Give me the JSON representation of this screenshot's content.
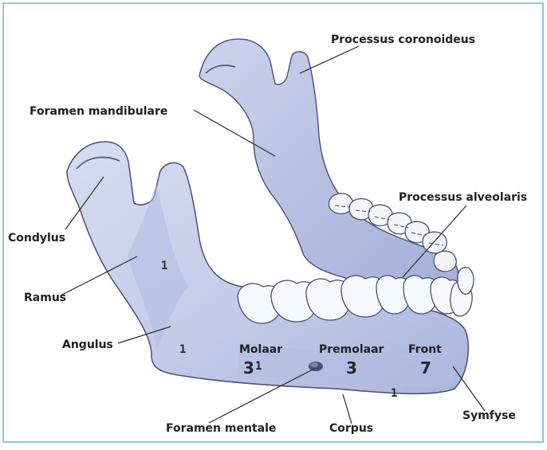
{
  "labels": {
    "processus_coronoideus": "Processus coronoideus",
    "foramen_mandibulare": "Foramen mandibulare",
    "processus_alveolaris": "Processus alveolaris",
    "condylus": "Condylus",
    "ramus": "Ramus",
    "angulus": "Angulus",
    "foramen_mentale": "Foramen mentale",
    "corpus": "Corpus",
    "symfyse": "Symfyse"
  },
  "tooth_groups": {
    "molaar": {
      "label": "Molaar",
      "count": "3",
      "superscript": "1"
    },
    "premolaar": {
      "label": "Premolaar",
      "count": "3"
    },
    "front": {
      "label": "Front",
      "count": "7"
    }
  },
  "region_markers": [
    "1",
    "1",
    "1"
  ],
  "colors": {
    "frame": "#8cc9dc",
    "bone": "#c7d0ea",
    "bone_shadow": "#9aa8d6",
    "bone_outline": "#4a4f73",
    "tooth": "#f7f8fb"
  }
}
